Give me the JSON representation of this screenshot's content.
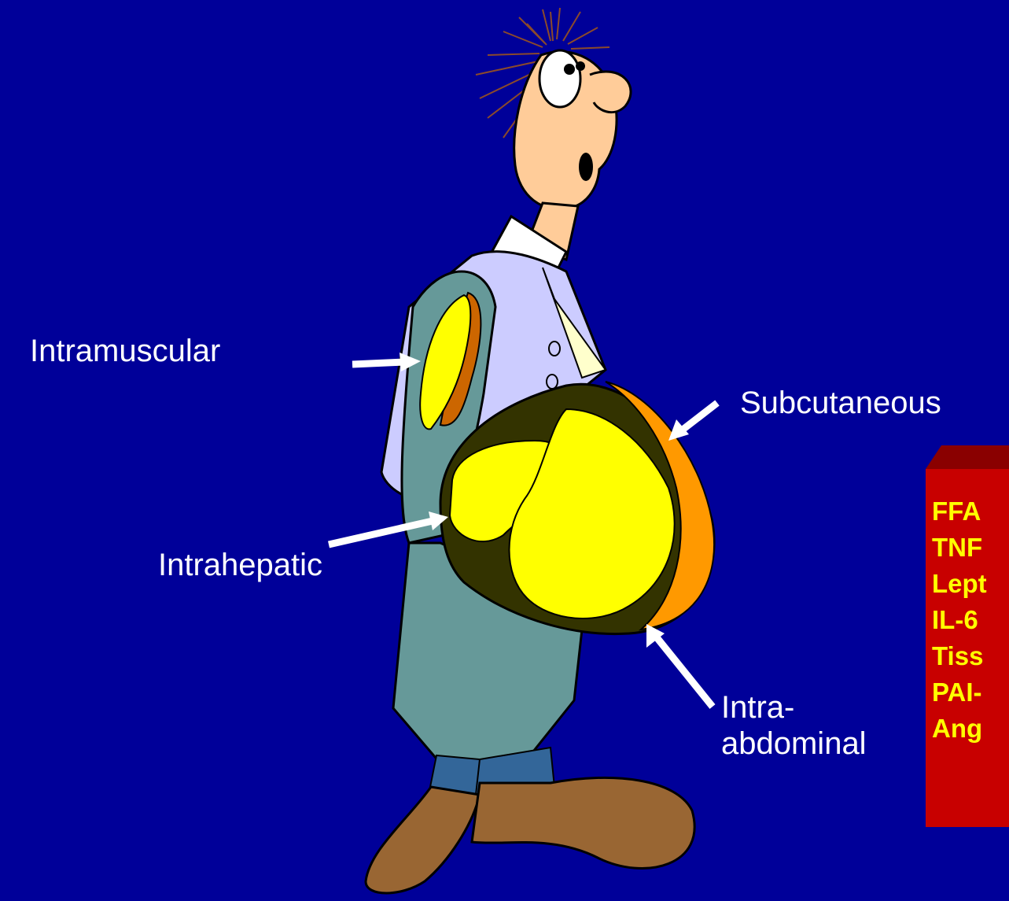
{
  "labels": {
    "intramuscular": "Intramuscular",
    "subcutaneous": "Subcutaneous",
    "intrahepatic": "Intrahepatic",
    "intra_abdominal_line1": "Intra-",
    "intra_abdominal_line2": "abdominal"
  },
  "factors": [
    "FFA",
    "TNF",
    "Lept",
    "IL-6",
    "Tiss",
    "PAI-",
    "Ang"
  ],
  "colors": {
    "background": "#000099",
    "label_text": "#ffffff",
    "factor_box": "#c80000",
    "factor_text": "#ffff00",
    "arrow": "#ffffff",
    "fat": "#ffff00",
    "subcutaneous_fat": "#ff9900"
  }
}
